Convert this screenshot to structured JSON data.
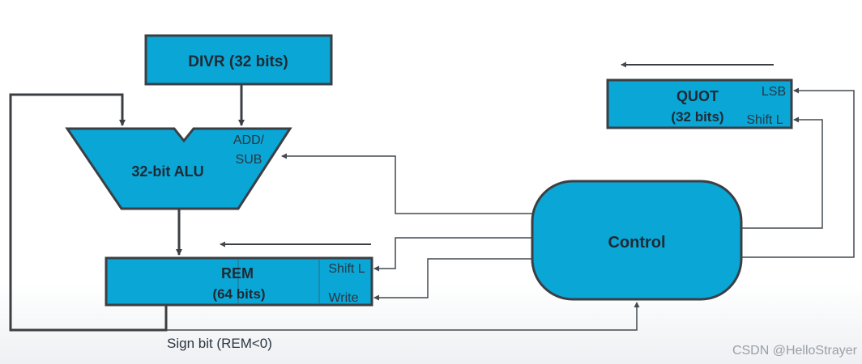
{
  "divr": {
    "line1": "DIVR (32 bits)"
  },
  "alu": {
    "label": "32-bit ALU",
    "op_line1": "ADD/",
    "op_line2": "SUB"
  },
  "rem": {
    "line1": "REM",
    "line2": "(64 bits)",
    "shift_label": "Shift L",
    "write_label": "Write"
  },
  "quot": {
    "line1": "QUOT",
    "line2": "(32 bits)",
    "lsb_label": "LSB",
    "shift_label": "Shift L"
  },
  "control": {
    "label": "Control"
  },
  "sign_bit": {
    "label": "Sign bit (REM<0)"
  },
  "watermark": "CSDN @HelloStrayer",
  "colors": {
    "block_fill": "#0aa6d6",
    "block_stroke": "#3b3f44",
    "wire": "#444a50"
  }
}
